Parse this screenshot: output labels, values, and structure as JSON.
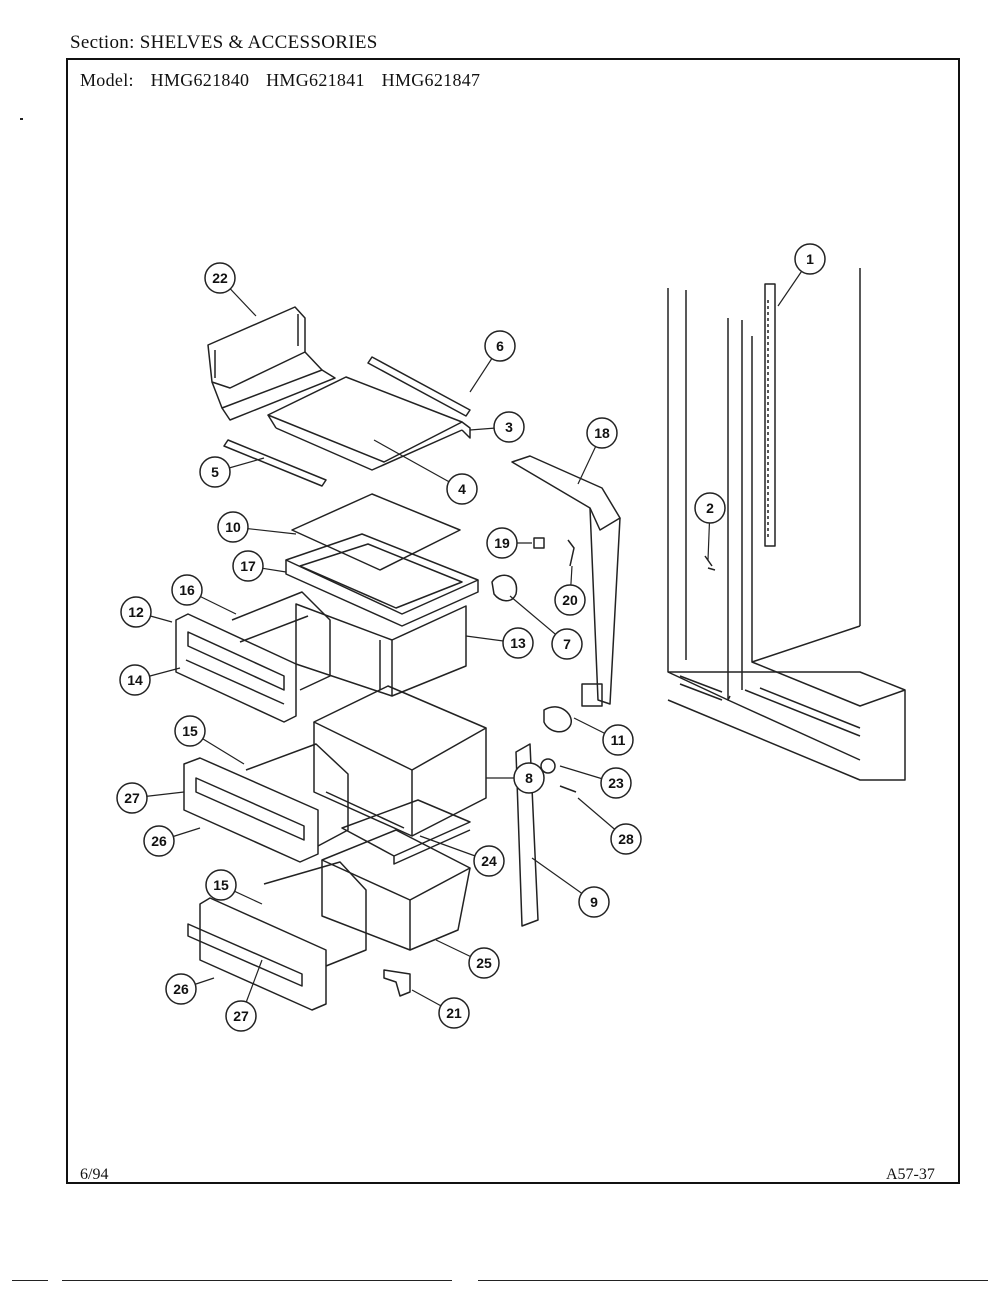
{
  "header": {
    "section": "Section:  SHELVES & ACCESSORIES",
    "model_label": "Model:",
    "models": [
      "HMG621840",
      "HMG621841",
      "HMG621847"
    ]
  },
  "footer": {
    "date": "6/94",
    "page_code": "A57-37"
  },
  "callouts": [
    "1",
    "2",
    "3",
    "4",
    "5",
    "6",
    "7",
    "8",
    "9",
    "10",
    "11",
    "12",
    "13",
    "14",
    "15",
    "15",
    "16",
    "17",
    "18",
    "19",
    "20",
    "21",
    "22",
    "23",
    "24",
    "25",
    "26",
    "26",
    "27",
    "27",
    "28"
  ]
}
